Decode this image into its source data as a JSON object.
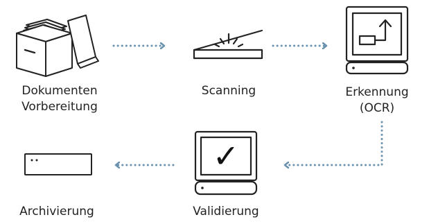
{
  "steps": {
    "prep": {
      "line1": "Dokumenten",
      "line2": "Vorbereitung",
      "icon": "file-box-icon"
    },
    "scan": {
      "label": "Scanning",
      "icon": "scanner-icon"
    },
    "ocr": {
      "line1": "Erkennung",
      "line2": "(OCR)",
      "icon": "computer-monitor-icon"
    },
    "validate": {
      "label": "Validierung",
      "mark": "✓",
      "icon": "checkmark-monitor-icon"
    },
    "archive": {
      "label": "Archivierung",
      "icon": "storage-drive-icon"
    }
  },
  "colors": {
    "stroke": "#222222",
    "arrow": "#6b93b0",
    "background": "#ffffff"
  }
}
